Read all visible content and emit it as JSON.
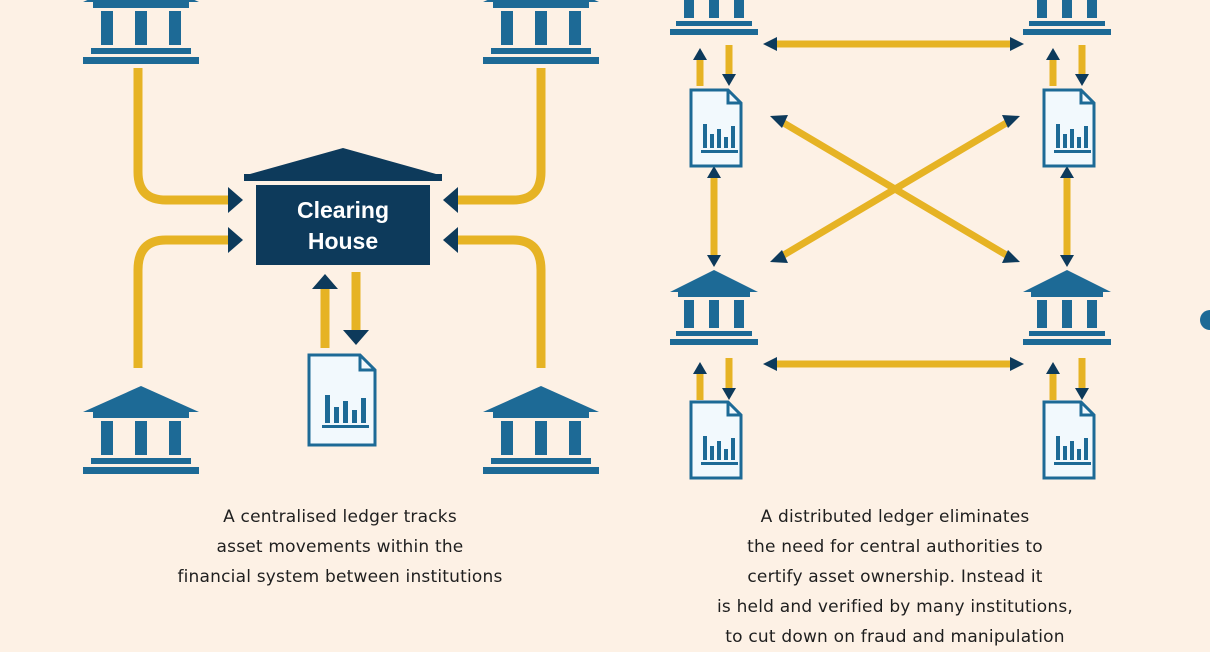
{
  "clearing_house": {
    "line1": "Clearing",
    "line2": "House"
  },
  "captions": {
    "left": [
      "A centralised ledger tracks",
      "asset movements within the",
      "financial system between institutions"
    ],
    "right": [
      "A distributed ledger eliminates",
      "the need for central authorities to",
      "certify asset ownership. Instead it",
      "is held and verified by many institutions,",
      "to cut down on fraud and manipulation"
    ]
  },
  "icons": [
    "bank-icon",
    "ledger-document-icon",
    "bar-chart-icon",
    "arrow-icon"
  ],
  "colors": {
    "background": "#fdf1e5",
    "bank": "#1d6a96",
    "navy": "#0d3a5b",
    "connector": "#e6b324",
    "document_fill": "#f2f9fd",
    "text": "#1f1f1f"
  }
}
